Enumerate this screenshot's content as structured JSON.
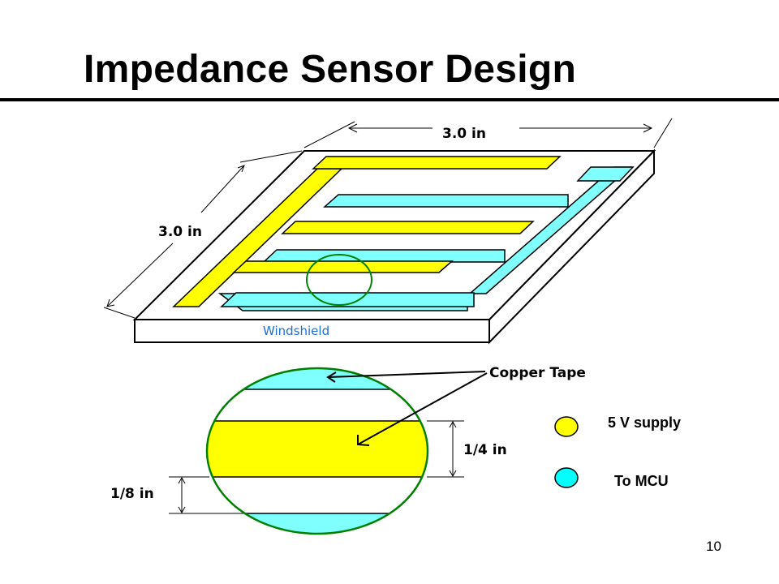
{
  "slide": {
    "title": "Impedance Sensor Design",
    "page_number": "10"
  },
  "dimensions": {
    "width_top": "3.0 in",
    "depth_left": "3.0 in",
    "strip_width": "1/4 in",
    "gap_width": "1/8 in"
  },
  "labels": {
    "substrate": "Windshield",
    "copper_tape": "Copper Tape"
  },
  "legend": {
    "supply": {
      "label": "5 V supply",
      "color": "#ffff00"
    },
    "mcu": {
      "label": "To MCU",
      "color": "#00ffff"
    }
  },
  "colors": {
    "supply_electrode": "#ffff00",
    "mcu_electrode": "#80ffff",
    "zoom_circle": "#008000",
    "windshield_text": "#1e6fd9"
  }
}
